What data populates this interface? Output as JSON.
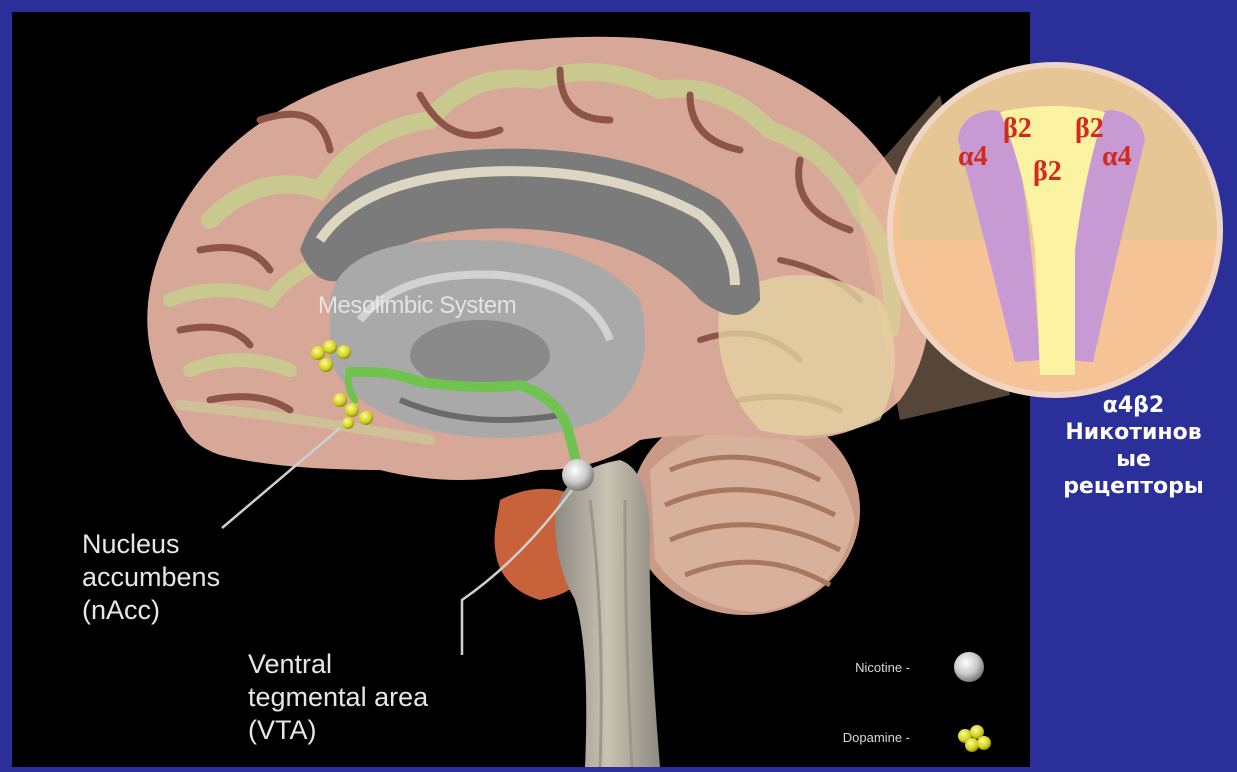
{
  "diagram": {
    "meso_label": "Mesolimbic System",
    "receptor_labels": {
      "a4_left": "α4",
      "b2_top_left": "β2",
      "b2_top_right": "β2",
      "b2_center": "β2",
      "a4_right": "α4"
    },
    "nacc_label": [
      "Nucleus",
      "accumbens",
      "(nAcc)"
    ],
    "vta_label": [
      "Ventral",
      "tegmental area",
      "(VTA)"
    ],
    "legend": {
      "nicotine": "Nicotine -",
      "dopamine": "Dopamine -"
    },
    "side_caption": [
      "α4β2",
      "Никотинов",
      "ые",
      "рецепторы"
    ]
  },
  "colors": {
    "slide_background": "#2b2f9a",
    "panel_background": "#000000",
    "cortex_pink": "#d9a493",
    "cortex_green": "#c9c98f",
    "pathway_green": "#6fc34e",
    "receptor_purple": "#c79ad4",
    "receptor_yellow": "#fbf3a2",
    "receptor_label_red": "#d42a1e",
    "dopamine_yellow": "#d8d81e"
  }
}
